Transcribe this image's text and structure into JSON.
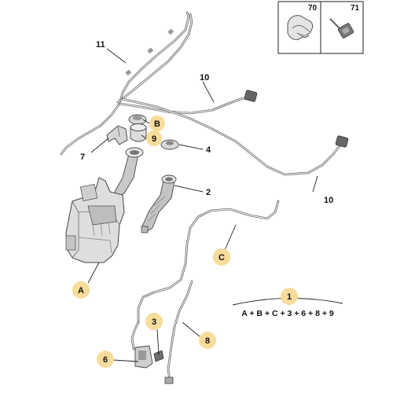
{
  "inset": {
    "labels": [
      "70",
      "71"
    ]
  },
  "callouts": [
    {
      "id": "11",
      "style": "number"
    },
    {
      "id": "10",
      "style": "number"
    },
    {
      "id": "10",
      "style": "number"
    },
    {
      "id": "B",
      "style": "badge"
    },
    {
      "id": "9",
      "style": "badge"
    },
    {
      "id": "7",
      "style": "number"
    },
    {
      "id": "4",
      "style": "number"
    },
    {
      "id": "2",
      "style": "number"
    },
    {
      "id": "C",
      "style": "badge"
    },
    {
      "id": "A",
      "style": "badge"
    },
    {
      "id": "1",
      "style": "badge"
    },
    {
      "id": "3",
      "style": "badge"
    },
    {
      "id": "8",
      "style": "badge"
    },
    {
      "id": "6",
      "style": "badge"
    }
  ],
  "formula": "A + B + C + 3 + 6 + 8 + 9",
  "colors": {
    "badge": "#f7dc9a",
    "line": "#222222",
    "part_light": "#e9e9e9",
    "part_mid": "#c8c8c8",
    "part_dark": "#8a8a8a"
  }
}
